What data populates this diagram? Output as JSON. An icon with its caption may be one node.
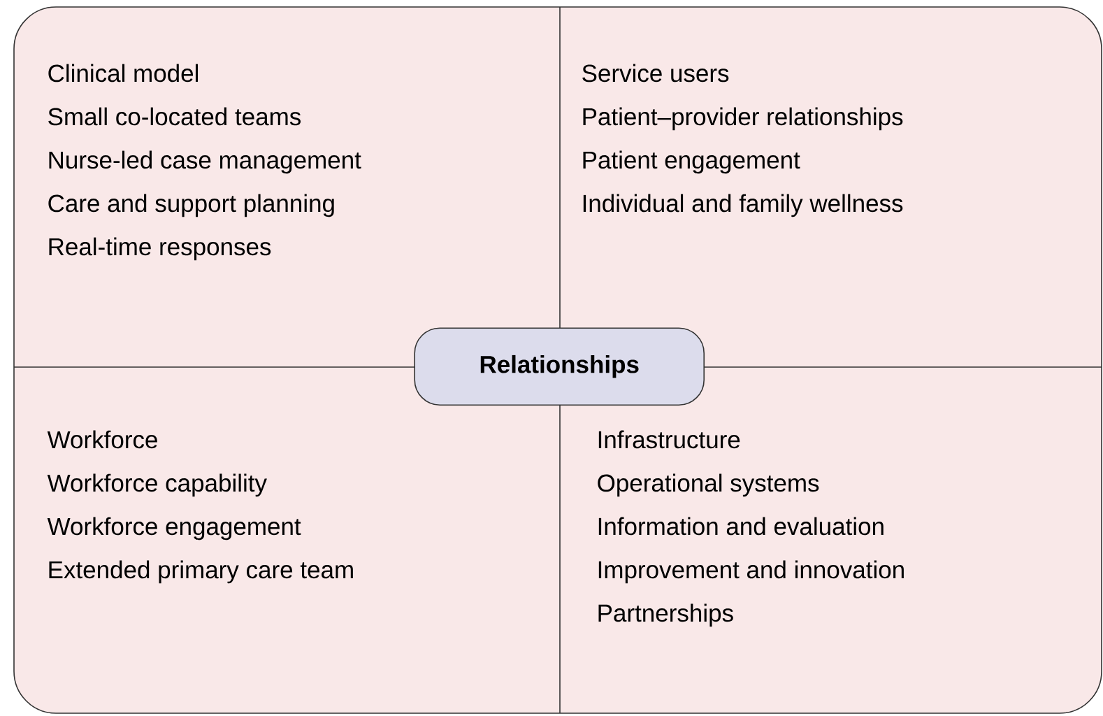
{
  "diagram": {
    "nodes": [
      {
        "text": [],
        "shape": "box"
      },
      {
        "text": [
          "Clinical model",
          "Small co-located teams",
          "Nurse-led case management",
          "Care and support planning",
          "Real-time responses"
        ],
        "in": 0
      },
      {
        "text": [
          "Service users",
          "Patient–provider relationships",
          "Patient engagement",
          "Individual and family wellness"
        ],
        "in": 0
      },
      {
        "text": [
          "Relationships"
        ],
        "in": 0
      },
      {
        "text": [
          "Workforce",
          "Workforce capability",
          "Workforce engagement",
          "Extended primary care team"
        ],
        "in": 0
      },
      {
        "text": [
          "Infrastructure",
          "Operational systems",
          "Information and evaluation",
          "Improvement and innovation",
          "Partnerships"
        ],
        "in": 0
      }
    ]
  }
}
